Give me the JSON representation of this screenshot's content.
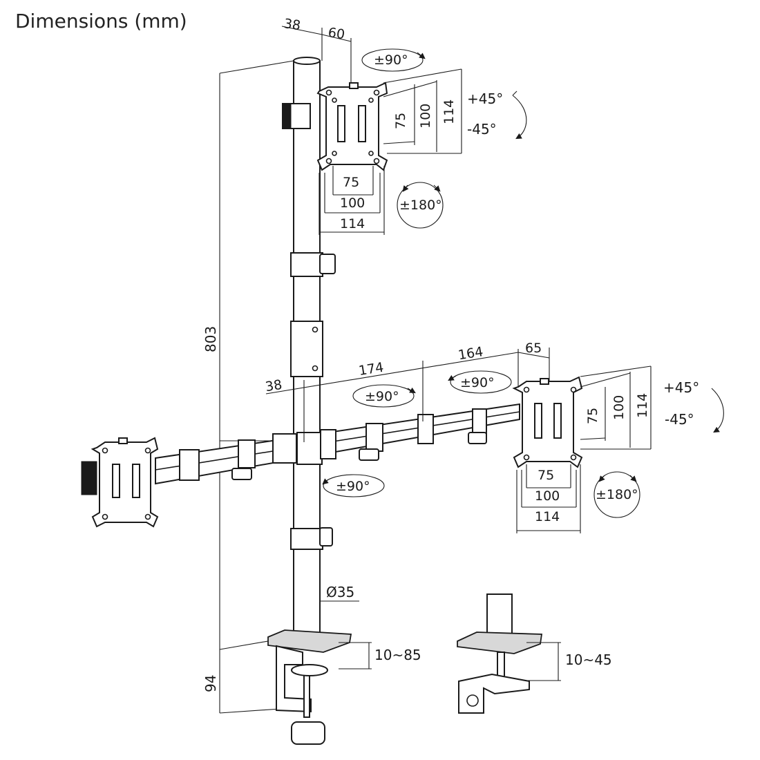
{
  "title": "Dimensions (mm)",
  "labels": {
    "top_offset_38": "38",
    "top_offset_60": "60",
    "top_swivel": "±90°",
    "top_vesa_75_v": "75",
    "top_vesa_100_v": "100",
    "top_vesa_114_v": "114",
    "top_tilt_up": "+45°",
    "top_tilt_down": "-45°",
    "top_vesa_75_h": "75",
    "top_vesa_100_h": "100",
    "top_vesa_114_h": "114",
    "top_rotate": "±180°",
    "pole_height": "803",
    "arm_38": "38",
    "arm_174": "174",
    "arm_164": "164",
    "arm_65": "65",
    "arm_swivel_1": "±90°",
    "arm_swivel_2": "±90°",
    "arm_swivel_3": "±90°",
    "right_tilt_up": "+45°",
    "right_tilt_down": "-45°",
    "right_vesa_75_v": "75",
    "right_vesa_100_v": "100",
    "right_vesa_114_v": "114",
    "right_vesa_75_h": "75",
    "right_vesa_100_h": "100",
    "right_vesa_114_h": "114",
    "right_rotate": "±180°",
    "pole_diameter": "Ø35",
    "clamp_height": "94",
    "clamp_range_1": "10~85",
    "clamp_range_2": "10~45"
  }
}
